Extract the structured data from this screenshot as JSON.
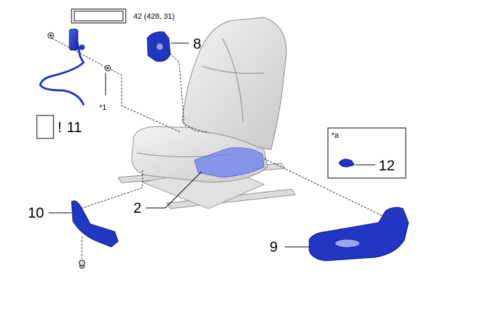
{
  "torque": {
    "value": "42 (428, 31)"
  },
  "callouts": {
    "c2": "2",
    "c8": "8",
    "c9": "9",
    "c10": "10",
    "c11": "11",
    "c12": "12"
  },
  "marks": {
    "caution": "!",
    "star1": "*1",
    "star_a": "*a"
  },
  "colors": {
    "part_blue": "#2236c4",
    "seat_gray": "#e6e6e6"
  }
}
